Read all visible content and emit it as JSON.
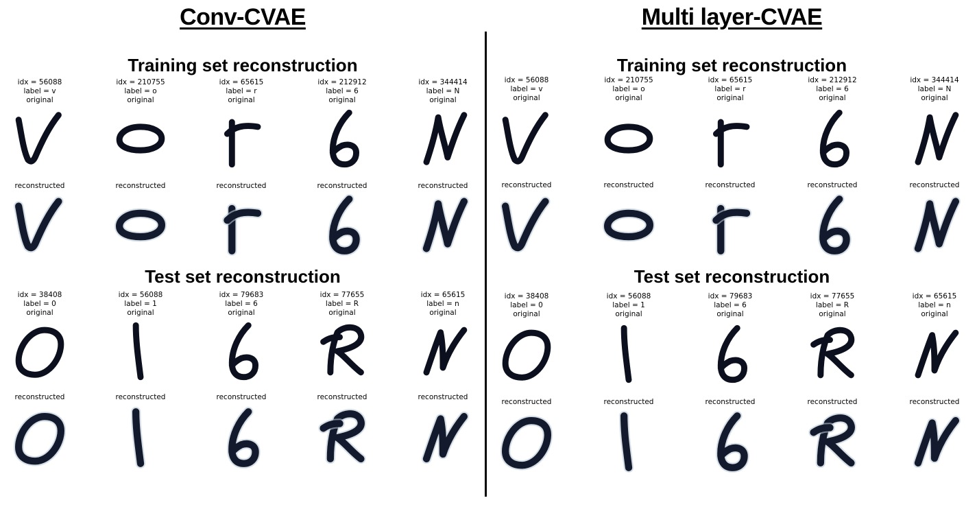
{
  "panels": [
    {
      "id": "conv",
      "title": "Conv-CVAE",
      "sections": [
        {
          "title": "Training set reconstruction",
          "samples": [
            {
              "idx": "idx = 56088",
              "label": "label = v",
              "original": "original",
              "reconstructed": "reconstructed",
              "glyph": "V"
            },
            {
              "idx": "idx = 210755",
              "label": "label = o",
              "original": "original",
              "reconstructed": "reconstructed",
              "glyph": "O"
            },
            {
              "idx": "idx = 65615",
              "label": "label = r",
              "original": "original",
              "reconstructed": "reconstructed",
              "glyph": "r"
            },
            {
              "idx": "idx = 212912",
              "label": "label = 6",
              "original": "original",
              "reconstructed": "reconstructed",
              "glyph": "6"
            },
            {
              "idx": "idx = 344414",
              "label": "label = N",
              "original": "original",
              "reconstructed": "reconstructed",
              "glyph": "N"
            }
          ]
        },
        {
          "title": "Test set reconstruction",
          "samples": [
            {
              "idx": "idx = 38408",
              "label": "label = 0",
              "original": "original",
              "reconstructed": "reconstructed",
              "glyph": "0"
            },
            {
              "idx": "idx = 56088",
              "label": "label = 1",
              "original": "original",
              "reconstructed": "reconstructed",
              "glyph": "1"
            },
            {
              "idx": "idx = 79683",
              "label": "label = 6",
              "original": "original",
              "reconstructed": "reconstructed",
              "glyph": "6"
            },
            {
              "idx": "idx = 77655",
              "label": "label = R",
              "original": "original",
              "reconstructed": "reconstructed",
              "glyph": "R"
            },
            {
              "idx": "idx = 65615",
              "label": "label = n",
              "original": "original",
              "reconstructed": "reconstructed",
              "glyph": "n"
            }
          ]
        }
      ]
    },
    {
      "id": "multilayer",
      "title": "Multi layer-CVAE",
      "sections": [
        {
          "title": "Training set reconstruction",
          "samples": [
            {
              "idx": "idx = 56088",
              "label": "label = v",
              "original": "original",
              "reconstructed": "reconstructed",
              "glyph": "V"
            },
            {
              "idx": "idx = 210755",
              "label": "label = o",
              "original": "original",
              "reconstructed": "reconstructed",
              "glyph": "O"
            },
            {
              "idx": "idx = 65615",
              "label": "label = r",
              "original": "original",
              "reconstructed": "reconstructed",
              "glyph": "r"
            },
            {
              "idx": "idx = 212912",
              "label": "label = 6",
              "original": "original",
              "reconstructed": "reconstructed",
              "glyph": "6"
            },
            {
              "idx": "idx = 344414",
              "label": "label = N",
              "original": "original",
              "reconstructed": "reconstructed",
              "glyph": "N"
            }
          ]
        },
        {
          "title": "Test set reconstruction",
          "samples": [
            {
              "idx": "idx = 38408",
              "label": "label = 0",
              "original": "original",
              "reconstructed": "reconstructed",
              "glyph": "0"
            },
            {
              "idx": "idx = 56088",
              "label": "label = 1",
              "original": "original",
              "reconstructed": "reconstructed",
              "glyph": "1"
            },
            {
              "idx": "idx = 79683",
              "label": "label = 6",
              "original": "original",
              "reconstructed": "reconstructed",
              "glyph": "6"
            },
            {
              "idx": "idx = 77655",
              "label": "label = R",
              "original": "original",
              "reconstructed": "reconstructed",
              "glyph": "R"
            },
            {
              "idx": "idx = 65615",
              "label": "label = n",
              "original": "original",
              "reconstructed": "reconstructed",
              "glyph": "n"
            }
          ]
        }
      ]
    }
  ],
  "colors": {
    "ink": "#0b0f1e",
    "ink_recon": "#141a2e",
    "halo": "#b9c9d4"
  }
}
